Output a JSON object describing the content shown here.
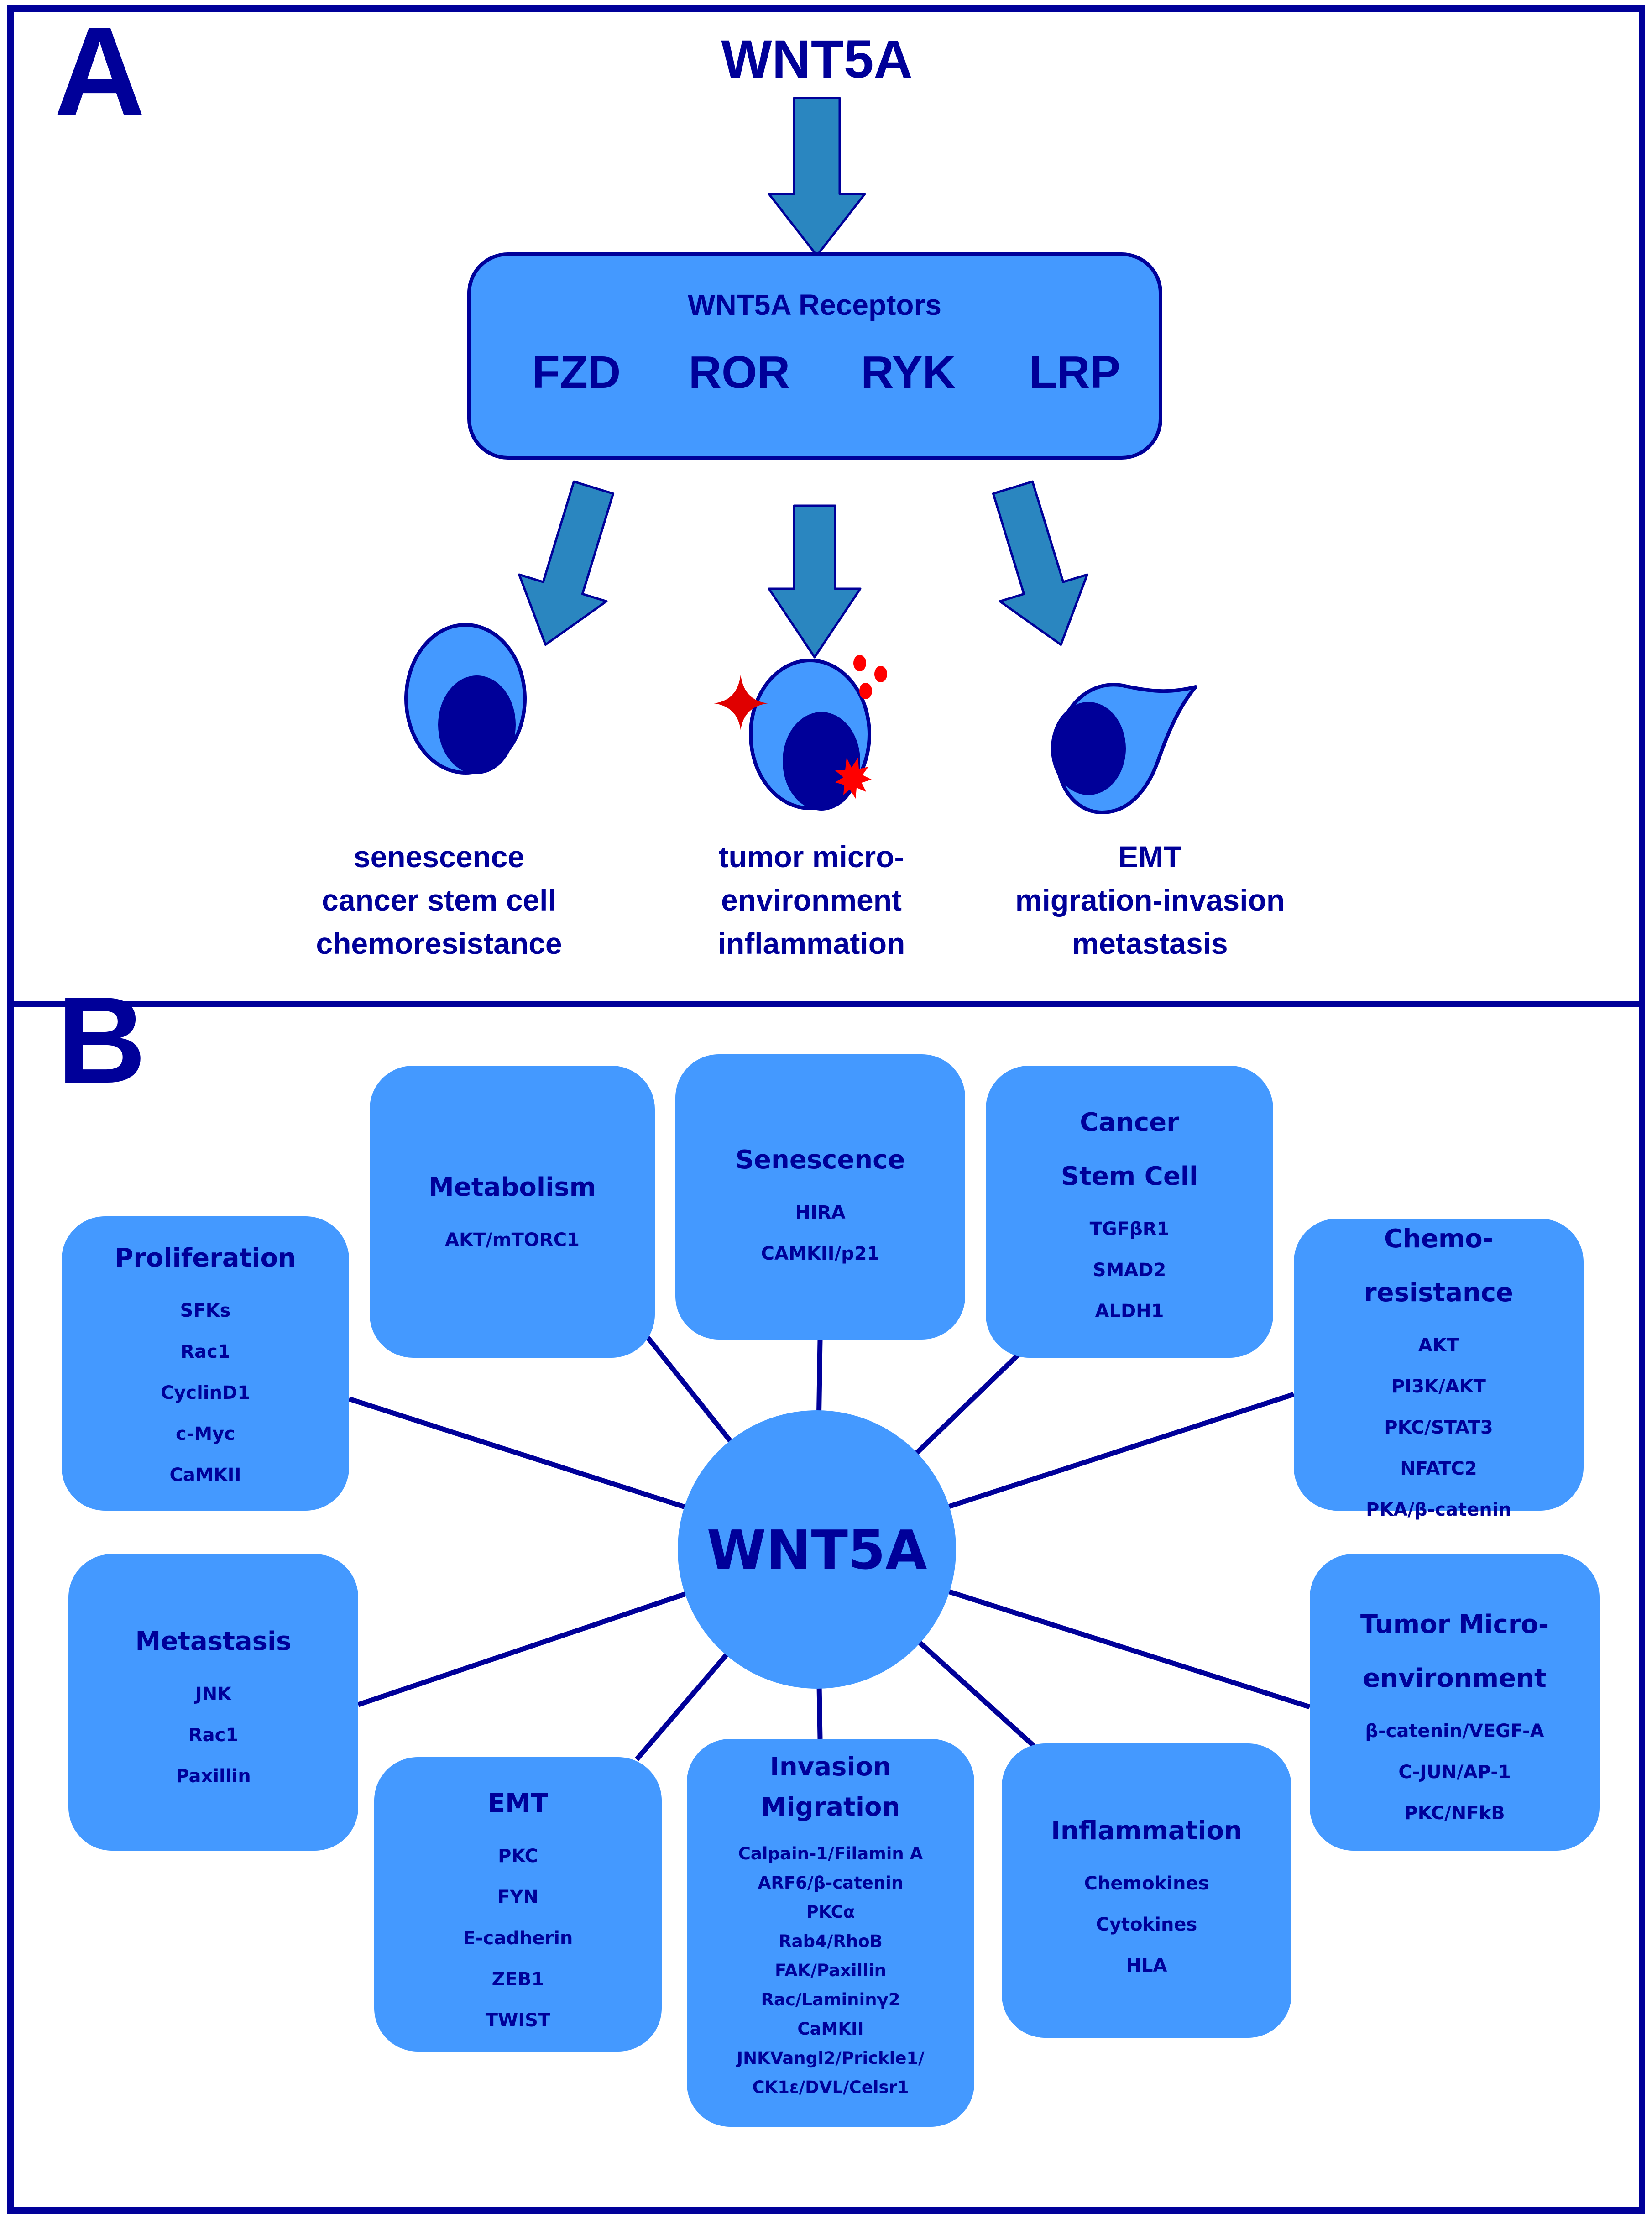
{
  "colors": {
    "frame": "#000099",
    "box_fill": "#4499FF",
    "arrow_fill": "#2A86C0",
    "nucleus": "#000099",
    "signal_red": "#FF0000",
    "text": "#000099"
  },
  "panel_a": {
    "letter": "A",
    "ligand": "WNT5A",
    "receptors_box": {
      "title": "WNT5A Receptors",
      "receptors": [
        "FZD",
        "ROR",
        "RYK",
        "LRP"
      ]
    },
    "outcomes": [
      {
        "id": "left",
        "cell_icon": "round-cell-icon",
        "lines": [
          "senescence",
          "cancer stem cell",
          "chemoresistance"
        ]
      },
      {
        "id": "middle",
        "cell_icon": "cell-with-signals-icon",
        "lines": [
          "tumor micro-",
          "environment",
          "inflammation"
        ]
      },
      {
        "id": "right",
        "cell_icon": "migrating-cell-icon",
        "lines": [
          "EMT",
          "migration-invasion",
          "metastasis"
        ]
      }
    ]
  },
  "panel_b": {
    "letter": "B",
    "center": "WNT5A",
    "nodes": [
      {
        "id": "metabolism",
        "title": [
          "Metabolism"
        ],
        "items": [
          "AKT/mTORC1"
        ]
      },
      {
        "id": "senescence",
        "title": [
          "Senescence"
        ],
        "items": [
          "HIRA",
          "CAMKII/p21"
        ]
      },
      {
        "id": "cancer-stem-cell",
        "title": [
          "Cancer",
          "Stem Cell"
        ],
        "items": [
          "TGFβR1",
          "SMAD2",
          "ALDH1"
        ]
      },
      {
        "id": "proliferation",
        "title": [
          "Proliferation"
        ],
        "items": [
          "SFKs",
          "Rac1",
          "CyclinD1",
          "c-Myc",
          "CaMKII"
        ]
      },
      {
        "id": "chemoresistance",
        "title": [
          "Chemo-",
          "resistance"
        ],
        "items": [
          "AKT",
          "PI3K/AKT",
          "PKC/STAT3",
          "NFATC2",
          "PKA/β-catenin"
        ]
      },
      {
        "id": "metastasis",
        "title": [
          "Metastasis"
        ],
        "items": [
          "JNK",
          "Rac1",
          "Paxillin"
        ]
      },
      {
        "id": "tumor-microenvironment",
        "title": [
          "Tumor Micro-",
          "environment"
        ],
        "items": [
          "β-catenin/VEGF-A",
          "C-JUN/AP-1",
          "PKC/NFkB"
        ]
      },
      {
        "id": "emt",
        "title": [
          "EMT"
        ],
        "items": [
          "PKC",
          "FYN",
          "E-cadherin",
          "ZEB1",
          "TWIST"
        ]
      },
      {
        "id": "invasion-migration",
        "title": [
          "Invasion",
          "Migration"
        ],
        "items": [
          "Calpain-1/Filamin A",
          "ARF6/β-catenin",
          "PKCα",
          "Rab4/RhoB",
          "FAK/Paxillin",
          "Rac/Lamininγ2",
          "CaMKII",
          "JNKVangl2/Prickle1/",
          "CK1ε/DVL/Celsr1"
        ]
      },
      {
        "id": "inflammation",
        "title": [
          "Inflammation"
        ],
        "items": [
          "Chemokines",
          "Cytokines",
          "HLA"
        ]
      }
    ]
  }
}
